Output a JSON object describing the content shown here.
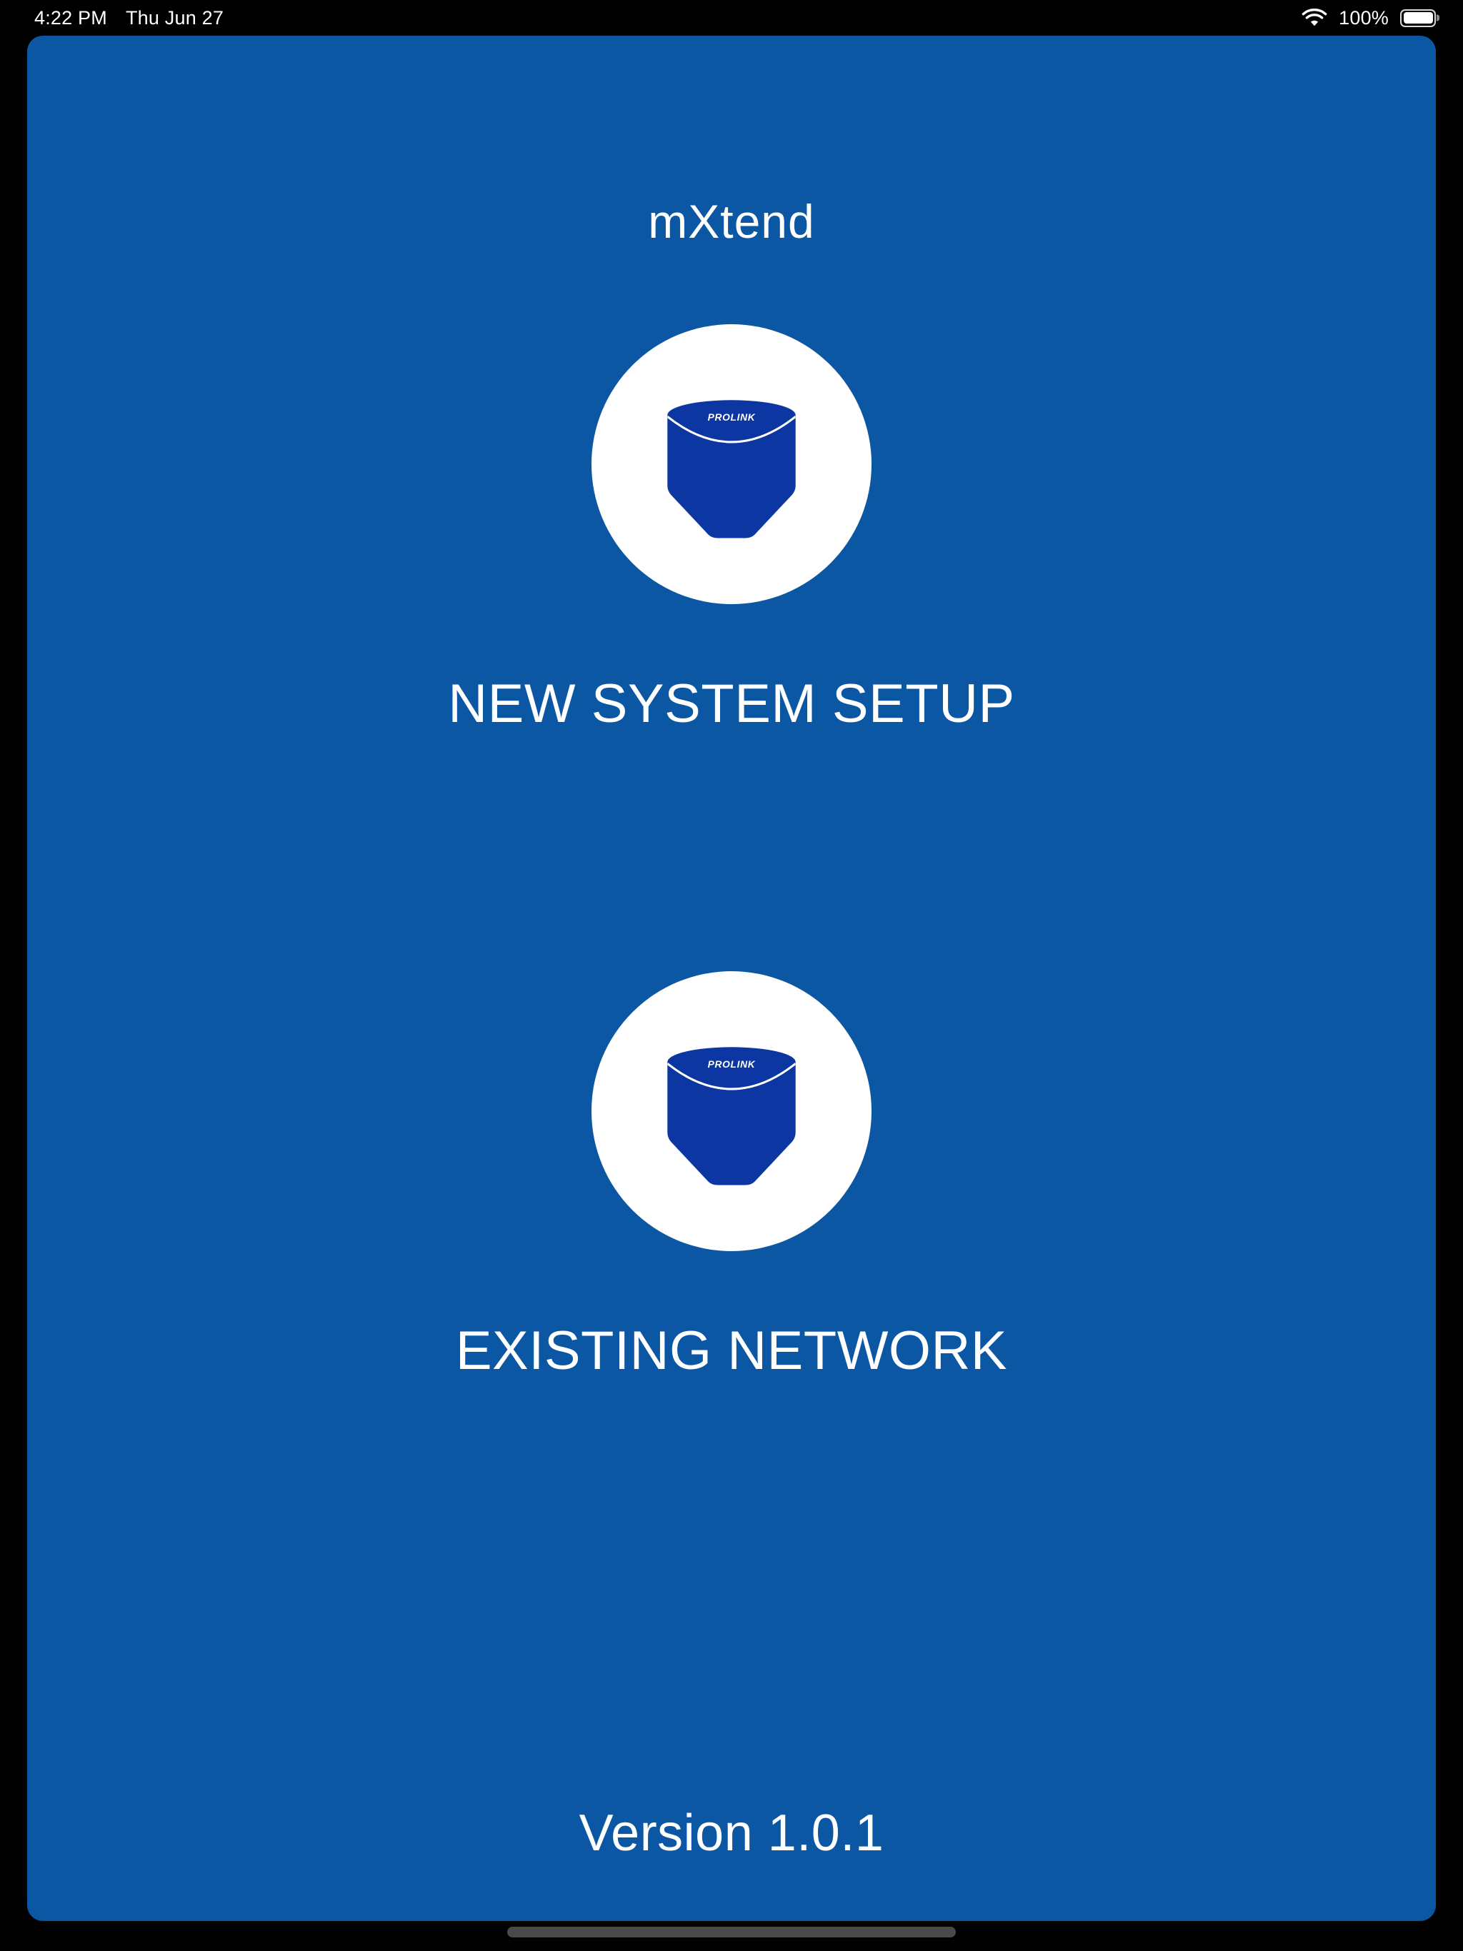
{
  "status_bar": {
    "time": "4:22 PM",
    "date": "Thu Jun 27",
    "battery_percent": "100%",
    "wifi_icon": "wifi-icon",
    "battery_icon": "battery-full-icon"
  },
  "app": {
    "brand": {
      "prefix": "m",
      "accent": "X",
      "suffix": "tend",
      "full": "mXtend"
    },
    "options": [
      {
        "id": "new-system-setup",
        "label": "NEW SYSTEM SETUP",
        "icon": "prolink-device-icon",
        "device_brand": "PROLINK"
      },
      {
        "id": "existing-network",
        "label": "EXISTING NETWORK",
        "icon": "prolink-device-icon",
        "device_brand": "PROLINK"
      }
    ],
    "version": "Version 1.0.1"
  },
  "colors": {
    "app_background": "#0B57A4",
    "device_blue": "#0C37A3",
    "circle_white": "#FFFFFF",
    "text_white": "#FFFFFF",
    "screen_black": "#000000",
    "home_indicator": "#4A4A4A"
  }
}
